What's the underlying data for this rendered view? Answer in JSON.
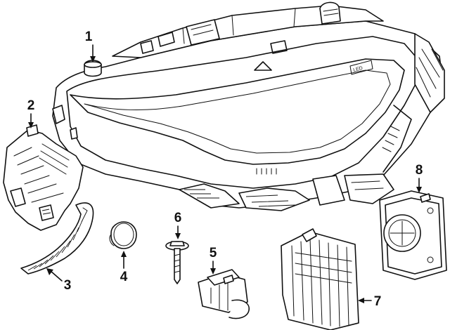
{
  "callouts": [
    {
      "id": "1",
      "label": "1"
    },
    {
      "id": "2",
      "label": "2"
    },
    {
      "id": "3",
      "label": "3"
    },
    {
      "id": "4",
      "label": "4"
    },
    {
      "id": "5",
      "label": "5"
    },
    {
      "id": "6",
      "label": "6"
    },
    {
      "id": "7",
      "label": "7"
    },
    {
      "id": "8",
      "label": "8"
    }
  ],
  "part_marking": "LED"
}
